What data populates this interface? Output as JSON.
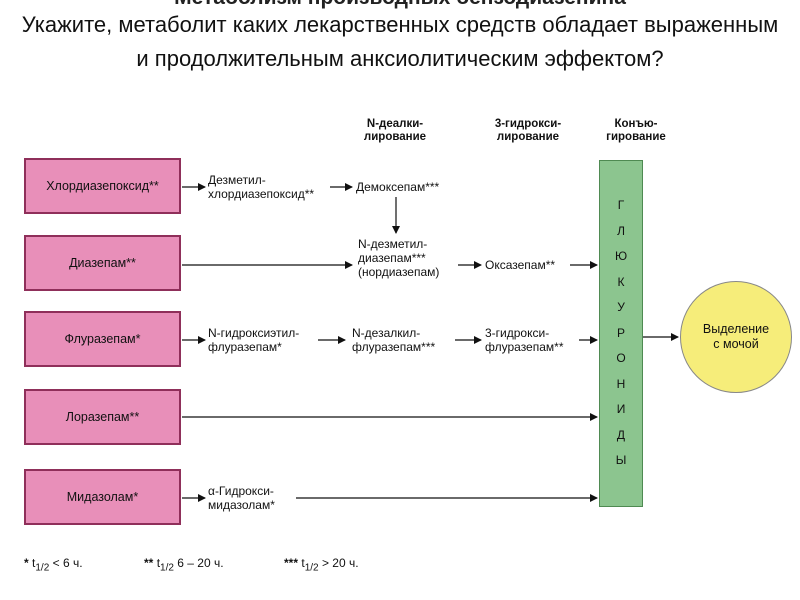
{
  "title_cut": "Метаболизм производных бензодиазепина",
  "question": "Укажите, метаболит каких лекарственных средств обладает выраженным и продолжительным анксиолитическим эффектом?",
  "headers": {
    "dealk": [
      "N-деалки-",
      "лирование"
    ],
    "hydroxy": [
      "3-гидрокси-",
      "лирование"
    ],
    "conj": [
      "Конъю-",
      "гирование"
    ]
  },
  "drugs": [
    "Хлордиазепоксид**",
    "Диазепам**",
    "Флуразепам*",
    "Лоразепам**",
    "Мидазолам*"
  ],
  "metabolites": {
    "desmethylchlordiazepoxide": [
      "Дезметил-",
      "хлордиазепоксид**"
    ],
    "demoxepam": "Демоксепам***",
    "nordiazepam": [
      "N-дезметил-",
      "диазепам***",
      "(нордиазепам)"
    ],
    "oxazepam": "Оксазепам**",
    "hydroxyethylflurazepam": [
      "N-гидроксиэтил-",
      "флуразепам*"
    ],
    "desalkylflurazepam": [
      "N-дезалкил-",
      "флуразепам***"
    ],
    "hydroxyflurazepam": [
      "3-гидрокси-",
      "флуразепам**"
    ],
    "hydroxymidazolam": [
      "α-Гидрокси-",
      "мидазолам*"
    ]
  },
  "glucuronides_letters": [
    "Г",
    "Л",
    "Ю",
    "К",
    "У",
    "Р",
    "О",
    "Н",
    "И",
    "Д",
    "Ы"
  ],
  "excretion": [
    "Выделение",
    "с мочой"
  ],
  "footnotes": [
    {
      "stars": "*",
      "t": "t",
      "sub": "1/2",
      "rest": " < 6 ч."
    },
    {
      "stars": "**",
      "t": "t",
      "sub": "1/2",
      "rest": " 6 – 20 ч."
    },
    {
      "stars": "***",
      "t": "t",
      "sub": "1/2",
      "rest": " > 20 ч."
    }
  ],
  "colors": {
    "drug_fill": "#e88fb9",
    "drug_border": "#8f2f5a",
    "glucuronide_fill": "#8cc58f",
    "excretion_fill": "#f6ed7a"
  }
}
